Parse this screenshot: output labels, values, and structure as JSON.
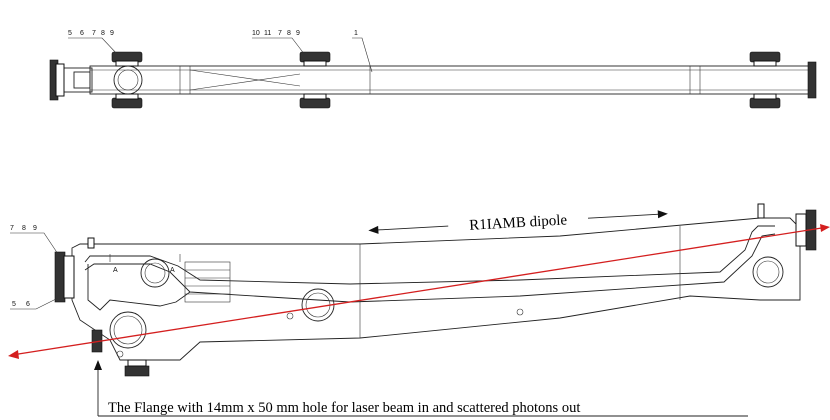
{
  "top_view": {
    "callouts": [
      "5",
      "6",
      "7",
      "8",
      "9",
      "10",
      "11",
      "7",
      "8",
      "9",
      "1"
    ]
  },
  "side_view": {
    "callout_top": [
      "7",
      "8",
      "9"
    ],
    "callout_bottom": [
      "5",
      "6"
    ],
    "section_marks": [
      "A",
      "A"
    ],
    "dipole_label": "R1IAMB dipole"
  },
  "caption": "The Flange with 14mm x 50 mm hole for laser beam in and scattered photons out",
  "colors": {
    "beam": "#d41f1f",
    "line": "#222222"
  }
}
